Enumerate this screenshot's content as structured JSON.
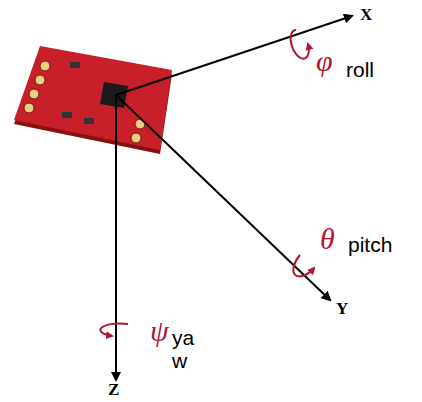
{
  "diagram": {
    "labels": [
      "X",
      "φ",
      "roll",
      "θ",
      "pitch",
      "Y",
      "ψ",
      "yaw",
      "Z"
    ]
  }
}
